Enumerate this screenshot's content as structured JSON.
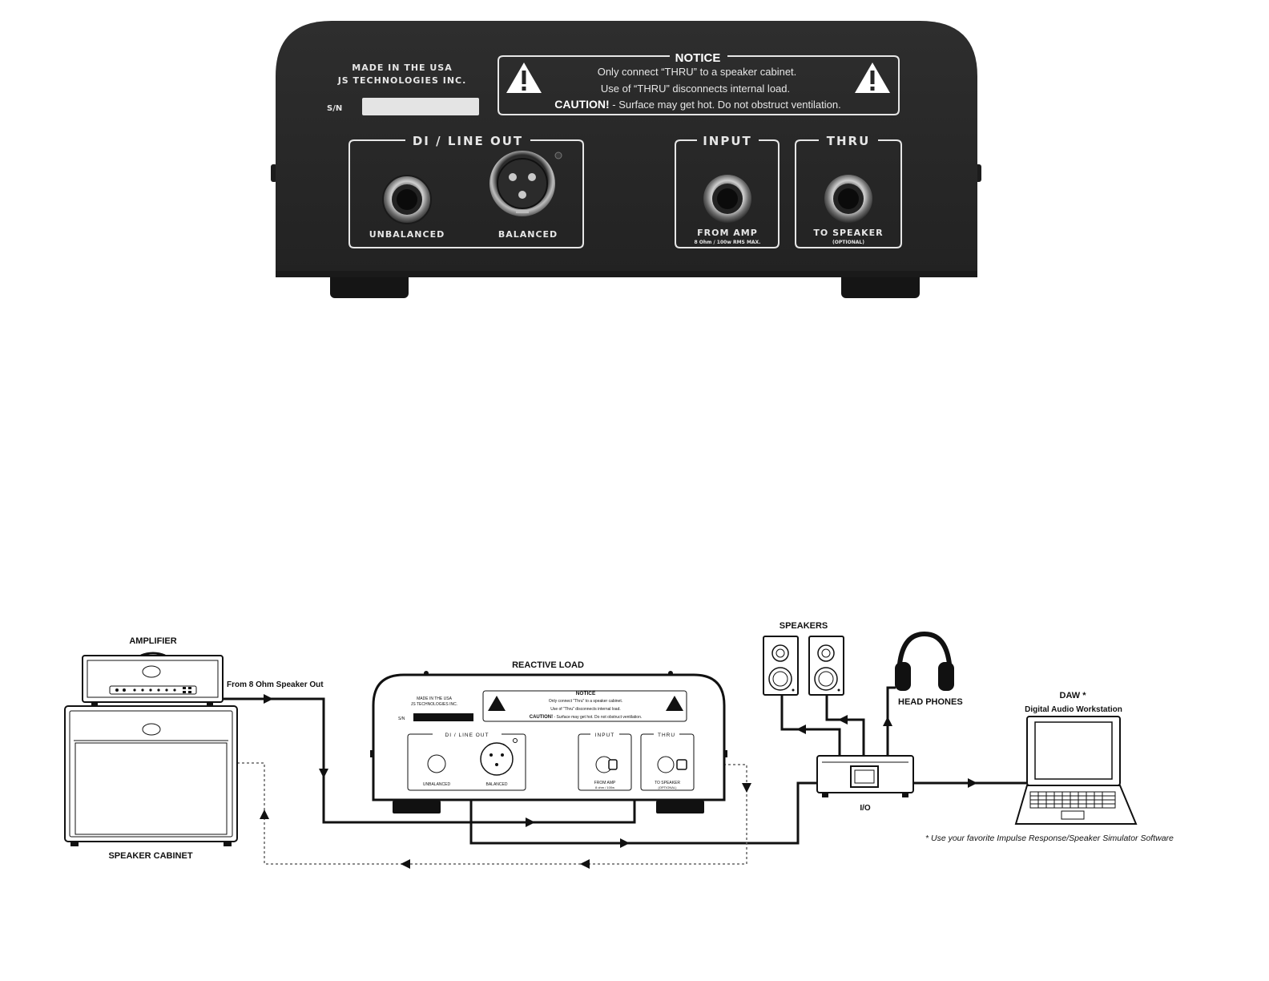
{
  "device": {
    "made_in_line1": "MADE IN THE USA",
    "made_in_line2": "JS TECHNOLOGIES INC.",
    "sn_label": "S/N",
    "notice_title": "NOTICE",
    "notice_line1": "Only connect “THRU” to a speaker cabinet.",
    "notice_line2": "Use of “THRU” disconnects internal load.",
    "caution_word": "CAUTION!",
    "caution_text": " - Surface may get hot. Do not obstruct ventilation.",
    "di_title": "DI / LINE OUT",
    "unbalanced": "UNBALANCED",
    "balanced": "BALANCED",
    "input_title": "INPUT",
    "from_amp": "FROM AMP",
    "from_amp_spec": "8 Ohm / 100w RMS MAX.",
    "thru_title": "THRU",
    "to_speaker": "TO SPEAKER",
    "optional": "(OPTIONAL)",
    "colors": {
      "body": "#272727",
      "print": "#e6e6e6",
      "foot": "#151515"
    }
  },
  "diagram": {
    "amplifier": "AMPLIFIER",
    "speaker_cabinet": "SPEAKER CABINET",
    "from_speaker_out": "From 8 Ohm Speaker Out",
    "reactive_load": "REACTIVE LOAD",
    "speakers": "SPEAKERS",
    "headphones": "HEAD PHONES",
    "io": "I/O",
    "daw": "DAW *",
    "daw_sub": "Digital Audio Workstation",
    "footnote": "*  Use your favorite Impulse Response/Speaker Simulator Software",
    "mini": {
      "made_in_line1": "MADE IN THE USA",
      "made_in_line2": "JS TECHNOLOGIES INC.",
      "sn_label": "S/N",
      "notice_title": "NOTICE",
      "notice_line1": "Only connect \"Thru\" to a speaker cabinet.",
      "notice_line2": "Use of \"Thru\" disconnects internal load.",
      "caution_word": "CAUTION!",
      "caution_text": " - Surface may get hot. Do not obstruct ventilation.",
      "di_title": "DI / LINE OUT",
      "unbalanced": "UNBALANCED",
      "balanced": "BALANCED",
      "input_title": "INPUT",
      "from_amp": "FROM AMP",
      "from_amp_spec": "8 ohm / 100w",
      "thru_title": "THRU",
      "to_speaker": "TO SPEAKER",
      "optional": "(OPTIONAL)"
    }
  }
}
